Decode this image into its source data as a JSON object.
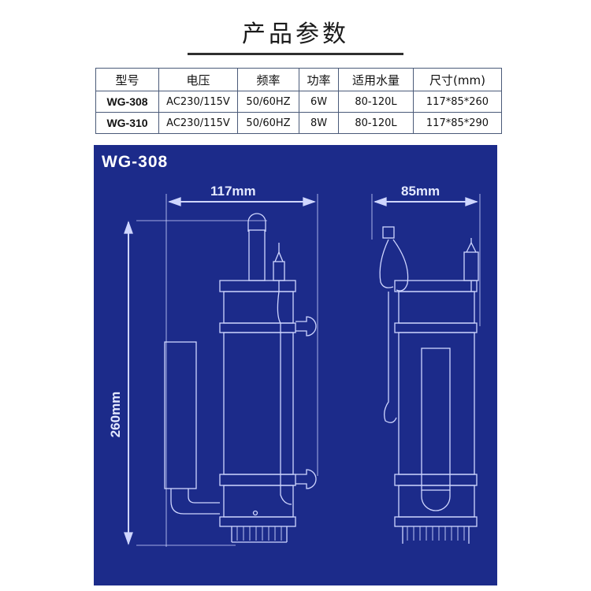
{
  "title": "产品参数",
  "table": {
    "headers": [
      "型号",
      "电压",
      "频率",
      "功率",
      "适用水量",
      "尺寸(mm)"
    ],
    "rows": [
      [
        "WG-308",
        "AC230/115V",
        "50/60HZ",
        "6W",
        "80-120L",
        "117*85*260"
      ],
      [
        "WG-310",
        "AC230/115V",
        "50/60HZ",
        "8W",
        "80-120L",
        "117*85*290"
      ]
    ]
  },
  "diagram": {
    "label": "WG-308",
    "width_label": "117mm",
    "depth_label": "85mm",
    "height_label": "260mm"
  },
  "colors": {
    "panel_bg": "#1c2b8a",
    "line": "#cfd6ff",
    "table_border": "#4a5a78"
  }
}
